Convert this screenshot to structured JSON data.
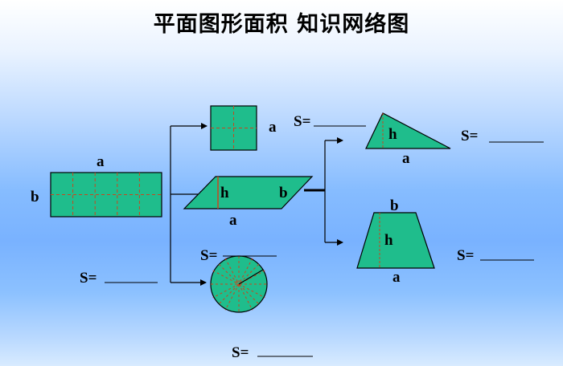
{
  "title": "平面图形面积 知识网络图",
  "labels": {
    "rect_a": "a",
    "rect_b": "b",
    "square_a": "a",
    "para_h": "h",
    "para_b": "b",
    "para_a": "a",
    "tri_h": "h",
    "tri_a": "a",
    "trap_b": "b",
    "trap_h": "h",
    "trap_a": "a"
  },
  "formulas": {
    "rect": "S=",
    "square": "S=",
    "triangle": "S=",
    "trapezoid": "S=",
    "circle": "S=",
    "parallelogram": "S="
  },
  "colors": {
    "shape_fill": "#1fbd8c",
    "dash": "#c8461e",
    "line": "#000000"
  }
}
